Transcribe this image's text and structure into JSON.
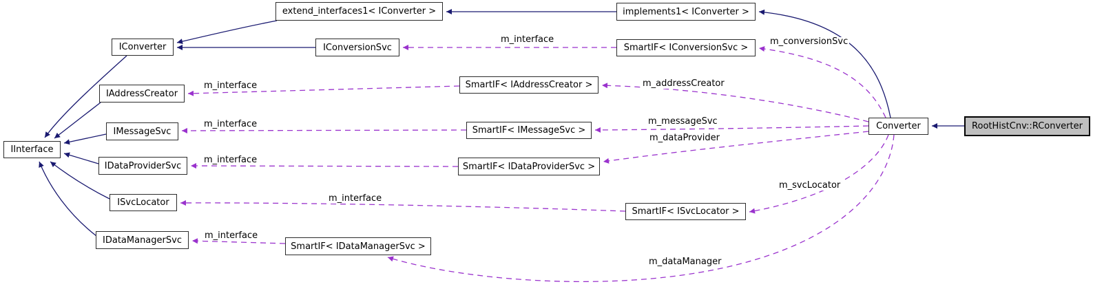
{
  "colors": {
    "inheritance_edge": "#191970",
    "usage_edge": "#9a32cd",
    "node_fill": "#ffffff",
    "node_border": "#2b2b2b",
    "selected_node_fill": "#bfbfbf",
    "background": "#ffffff"
  },
  "nodes": {
    "extend_interfaces1": {
      "label": "extend_interfaces1< IConverter >"
    },
    "implements1": {
      "label": "implements1< IConverter >"
    },
    "iconverter": {
      "label": "IConverter"
    },
    "iconversionsvc": {
      "label": "IConversionSvc"
    },
    "smartif_iconversionsvc": {
      "label": "SmartIF< IConversionSvc >"
    },
    "iaddresscreator": {
      "label": "IAddressCreator"
    },
    "smartif_iaddresscreator": {
      "label": "SmartIF< IAddressCreator >"
    },
    "iinterface": {
      "label": "IInterface"
    },
    "imessagesvc": {
      "label": "IMessageSvc"
    },
    "smartif_imessagesvc": {
      "label": "SmartIF< IMessageSvc >"
    },
    "idataprovidersvc": {
      "label": "IDataProviderSvc"
    },
    "smartif_idataprovidersvc": {
      "label": "SmartIF< IDataProviderSvc >"
    },
    "isvclocator": {
      "label": "ISvcLocator"
    },
    "smartif_isvclocator": {
      "label": "SmartIF< ISvcLocator >"
    },
    "idatamanagersvc": {
      "label": "IDataManagerSvc"
    },
    "smartif_idatamanagersvc": {
      "label": "SmartIF< IDataManagerSvc >"
    },
    "converter": {
      "label": "Converter"
    },
    "rconverter": {
      "label": "RootHistCnv::RConverter"
    }
  },
  "edge_labels": {
    "m_interface_conversionsvc": "m_interface",
    "m_conversionsvc": "m_conversionSvc",
    "m_interface_addresscreator": "m_interface",
    "m_addresscreator": "m_addressCreator",
    "m_interface_messagesvc": "m_interface",
    "m_messagesvc": "m_messageSvc",
    "m_dataprovider": "m_dataProvider",
    "m_interface_dataprovidersvc": "m_interface",
    "m_interface_svclocator": "m_interface",
    "m_svclocator": "m_svcLocator",
    "m_interface_datamanagersvc": "m_interface",
    "m_datamanager": "m_dataManager"
  }
}
